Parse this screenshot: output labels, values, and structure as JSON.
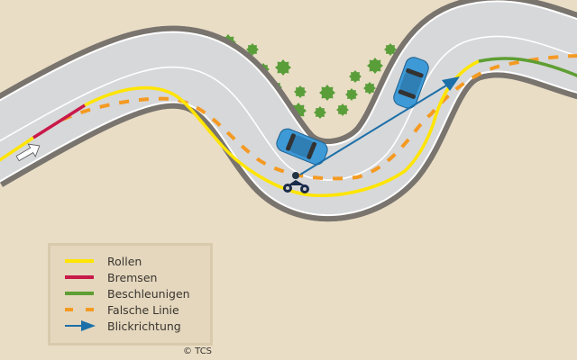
{
  "legend": {
    "items": [
      {
        "label": "Rollen",
        "color": "#ffe500",
        "style": "solid"
      },
      {
        "label": "Bremsen",
        "color": "#c8194a",
        "style": "solid"
      },
      {
        "label": "Beschleunigen",
        "color": "#5e9e32",
        "style": "solid"
      },
      {
        "label": "Falsche Linie",
        "color": "#f49a22",
        "style": "dashed"
      },
      {
        "label": "Blickrichtung",
        "color": "#1c6fa8",
        "style": "arrow"
      }
    ]
  },
  "credit": "© TCS",
  "colors": {
    "background": "#e9ddc5",
    "road": "#d7d8da",
    "road_border": "#79746e",
    "car": "#3d9ad6",
    "tree": "#5a9e3a"
  }
}
